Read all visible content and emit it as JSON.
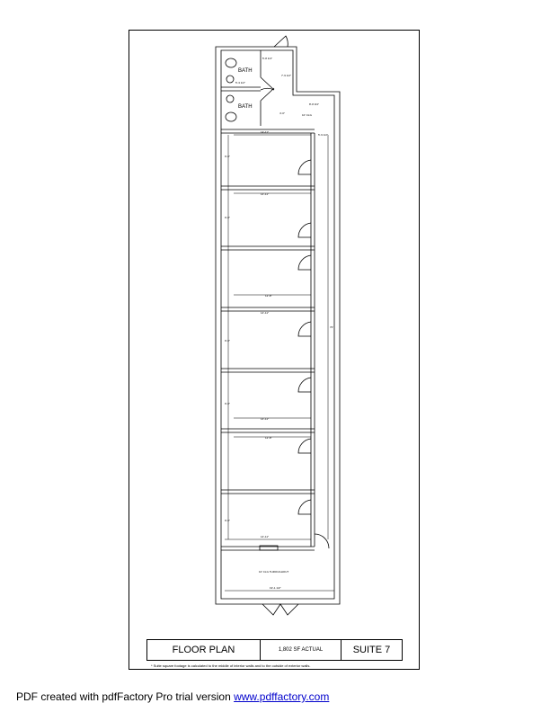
{
  "plan": {
    "rooms": [
      "BATH",
      "BATH"
    ],
    "dimensions": {
      "top_bath": "5'-8 1/4\"",
      "bath_small": "5'-3 1/2\"",
      "hall_vertical": "7'-9 1/2\"",
      "notch": "8'-8 3/4\"",
      "notch_side": "4'-0\"",
      "ceiling_top": "10' CLG",
      "corridor": "5'-9 1/2\"",
      "room_width": "14'-11\"",
      "room_width_short": "12'-8\"",
      "room_depth": "9'-0\"",
      "overall_length": "70'",
      "overall_width": "19'-1 1/2\"",
      "ceiling_note": "10' CLG THROUGHOUT"
    }
  },
  "title_block": {
    "title": "FLOOR PLAN",
    "area": "1,802 SF ACTUAL",
    "suite": "SUITE 7"
  },
  "footnote": "* Suite square footage is calculated to the middle of interior walls and to the outside of exterior walls.",
  "footer": {
    "text": "PDF created with pdfFactory Pro trial version ",
    "link": "www.pdffactory.com"
  }
}
